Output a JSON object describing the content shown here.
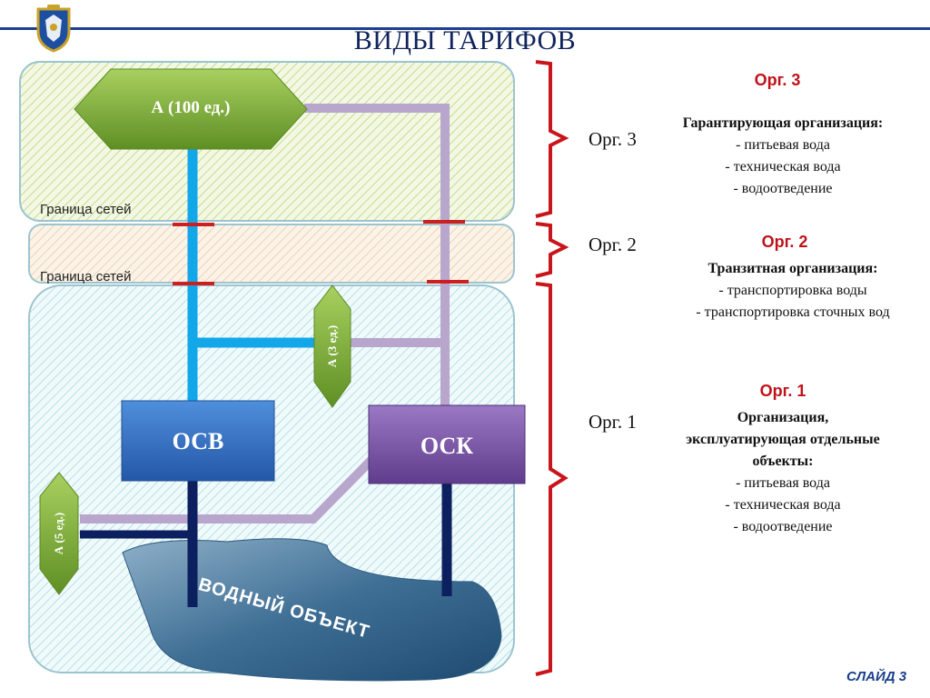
{
  "header": {
    "title": "ВИДЫ ТАРИФОВ",
    "emblem_icon": "coat-of-arms-emblem"
  },
  "diagram": {
    "boundary_top_label": "Граница сетей",
    "boundary_bottom_label": "Граница сетей",
    "node_a100": "А (100 ед.)",
    "node_a3": "А (3 ед.)",
    "node_a5": "А (5 ед.)",
    "node_osv": "ОСВ",
    "node_osk": "ОСК",
    "water_body": "ВОДНЫЙ ОБЪЕКТ"
  },
  "zones": {
    "org3_label": "Орг. 3",
    "org2_label": "Орг. 2",
    "org1_label": "Орг. 1"
  },
  "legend": {
    "org3": {
      "heading": "Орг. 3",
      "title": "Гарантирующая организация:",
      "items": [
        "- питьевая вода",
        "- техническая вода",
        "- водоотведение"
      ]
    },
    "org2": {
      "heading": "Орг. 2",
      "title": "Транзитная организация:",
      "items": [
        "- транспортировка воды",
        "- транспортировка сточных вод"
      ]
    },
    "org1": {
      "heading": "Орг. 1",
      "title_lines": [
        "Организация,",
        "эксплуатирующая отдельные",
        "объекты:"
      ],
      "items": [
        "- питьевая вода",
        "- техническая вода",
        "- водоотведение"
      ]
    }
  },
  "footer": {
    "slide_label": "СЛАЙД 3"
  },
  "colors": {
    "header_line": "#1e3f8f",
    "pipe_water": "#12a7e8",
    "pipe_sewage": "#b8a6cc",
    "pipe_dark": "#0c1f5e",
    "boundary_mark": "#cc1f1f",
    "hex_green": "#7dae3a",
    "osv_blue": "#2f6bbf",
    "osk_purple": "#7c57a6",
    "bracket_red": "#c8151b"
  }
}
